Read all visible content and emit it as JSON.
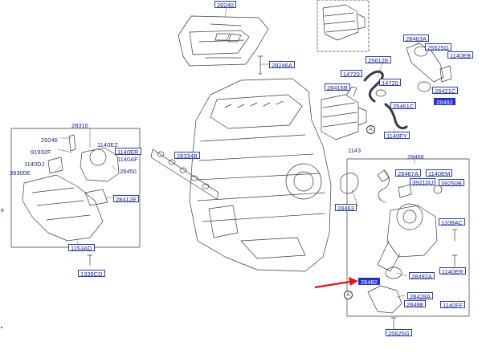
{
  "labels": {
    "l28240": "28240",
    "l28246A": "28246A",
    "l28463A": "28463A",
    "l25625G_top": "25625G",
    "l1140EB": "1140EB",
    "l25612E": "25612E",
    "l14720_a": "14720",
    "l14720_b": "14720",
    "l28416B": "28416B",
    "l28421C": "28421C",
    "l28492": "28492",
    "l25461C": "25461C",
    "l1140FY": "1140FY",
    "l1143": "1143",
    "l28310": "28310",
    "l29246": "29246",
    "l1140EZ": "1140EZ",
    "l91932F": "91932F",
    "l1140ER": "1140ER",
    "l1140AF": "1140AF",
    "l1140DJ": "1140DJ",
    "l28334B": "28334B",
    "l39300E": "39300E",
    "l28450": "28450",
    "l28412E": "28412E",
    "l1153AD": "1153AD",
    "l1339CD": "1339CD",
    "l28466": "28466",
    "l28467A": "28467A",
    "l1140EM": "1140EM",
    "l39210U": "39210U",
    "l39250B": "39250B",
    "l28463": "28463",
    "l1338AC": "1338AC",
    "l1140ER_r": "1140ER",
    "l28492A": "28492A",
    "l28482": "28482",
    "l28428A": "28428A",
    "l28488": "28488",
    "l1140FF": "1140FF",
    "l25625G_bot": "25625G",
    "lF_edge": "F"
  },
  "callouts": {
    "a1": "A",
    "a2": "A"
  },
  "colors": {
    "label_text": "#1a2a8c",
    "label_border": "#2b3fa8",
    "highlight": "#2430c8",
    "arrow": "#e0141e",
    "line": "#333333"
  }
}
